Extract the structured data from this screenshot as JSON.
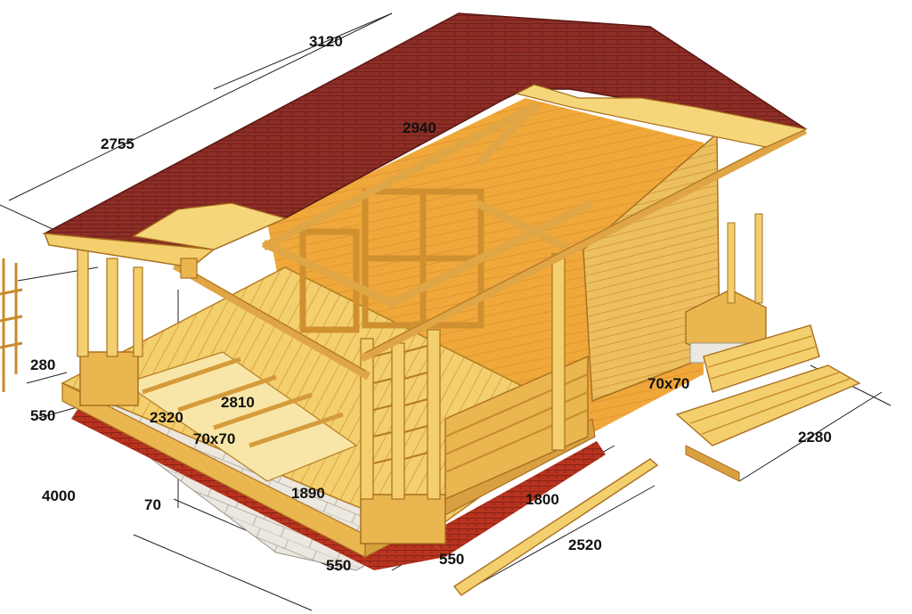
{
  "dimensions": {
    "d_3120": "3120",
    "d_2755": "2755",
    "d_2940": "2940",
    "d_280": "280",
    "d_550_left": "550",
    "d_2320": "2320",
    "d_2810": "2810",
    "d_70x70_floor": "70x70",
    "d_70x70_side": "70x70",
    "d_2280": "2280",
    "d_4000": "4000",
    "d_70": "70",
    "d_1890": "1890",
    "d_1800": "1800",
    "d_2520": "2520",
    "d_550_bottom_left": "550",
    "d_550_bottom_right": "550"
  },
  "colors": {
    "roof": "#8e2e26",
    "roof_dark": "#6e201b",
    "wood_light": "#f6d67a",
    "wood_mid": "#e9b650",
    "wood_dark": "#c98a2c",
    "wood_interior": "#f0a83a",
    "foundation": "#b8331f",
    "stone": "#e9e4dc"
  }
}
